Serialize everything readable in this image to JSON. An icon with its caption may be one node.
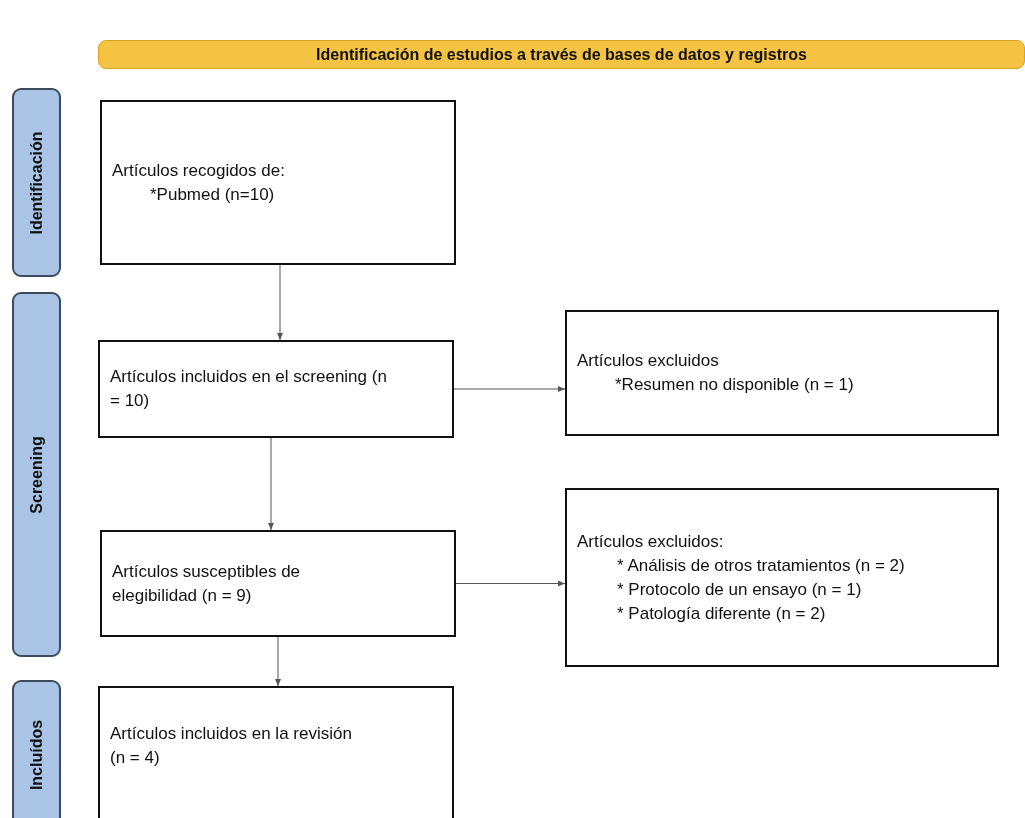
{
  "diagram": {
    "nodes": [
      {
        "text": [
          "Identificación de estudios a través de bases de datos y registros"
        ]
      },
      {
        "text": [
          "Identificación"
        ]
      },
      {
        "text": [
          "Screening"
        ]
      },
      {
        "text": [
          "Incluídos"
        ]
      },
      {
        "text": [
          "Artículos recogidos de:",
          "*Pubmed (n=10)"
        ]
      },
      {
        "text": [
          "Artículos incluidos en el screening (n = 10)"
        ]
      },
      {
        "text": [
          "Artículos excluidos",
          "*Resumen no disponible (n = 1)"
        ]
      },
      {
        "text": [
          "Artículos susceptibles de elegibilidad (n = 9)"
        ]
      },
      {
        "text": [
          "Artículos excluidos:",
          "* Análisis de otros tratamientos (n = 2)",
          "* Protocolo de un ensayo (n = 1)",
          "* Patología diferente (n = 2)"
        ]
      },
      {
        "text": [
          "Artículos incluidos en la revisión (n = 4)"
        ]
      }
    ],
    "edges": [
      {
        "from": 4,
        "to": 5,
        "arrow": "to"
      },
      {
        "from": 5,
        "to": 6,
        "arrow": "to"
      },
      {
        "from": 5,
        "to": 7,
        "arrow": "to"
      },
      {
        "from": 7,
        "to": 8,
        "arrow": "to"
      },
      {
        "from": 7,
        "to": 9,
        "arrow": "to"
      }
    ]
  }
}
